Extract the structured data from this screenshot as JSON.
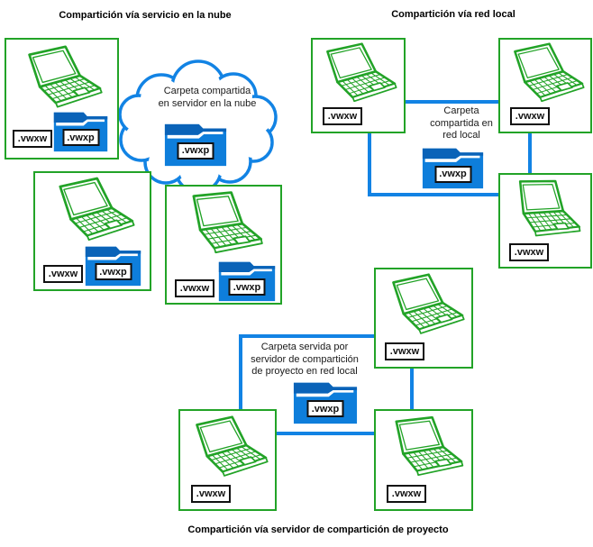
{
  "colors": {
    "box_green": "#22a327",
    "line_blue": "#1283e4",
    "folder_blue": "#0e7edb",
    "folder_dark_blue": "#0a63b8"
  },
  "cloud": {
    "title": "Compartición vía servicio en la nube",
    "annotation": [
      "Carpeta compartida",
      "en servidor en la nube"
    ],
    "server_folder_label": ".vwxp",
    "computers": [
      {
        "file": ".vwxw",
        "shared": ".vwxp"
      },
      {
        "file": ".vwxw",
        "shared": ".vwxp"
      },
      {
        "file": ".vwxw",
        "shared": ".vwxp"
      }
    ]
  },
  "lan": {
    "title": "Compartición vía red local",
    "annotation": [
      "Carpeta",
      "compartida en",
      "red local"
    ],
    "shared_folder_label": ".vwxp",
    "computers": [
      {
        "file": ".vwxw"
      },
      {
        "file": ".vwxw"
      },
      {
        "file": ".vwxw"
      }
    ]
  },
  "server": {
    "title": "Compartición vía servidor de compartición de proyecto",
    "annotation": [
      "Carpeta servida por",
      "servidor de compartición",
      "de proyecto en red local"
    ],
    "shared_folder_label": ".vwxp",
    "computers": [
      {
        "file": ".vwxw"
      },
      {
        "file": ".vwxw"
      },
      {
        "file": ".vwxw"
      }
    ]
  }
}
